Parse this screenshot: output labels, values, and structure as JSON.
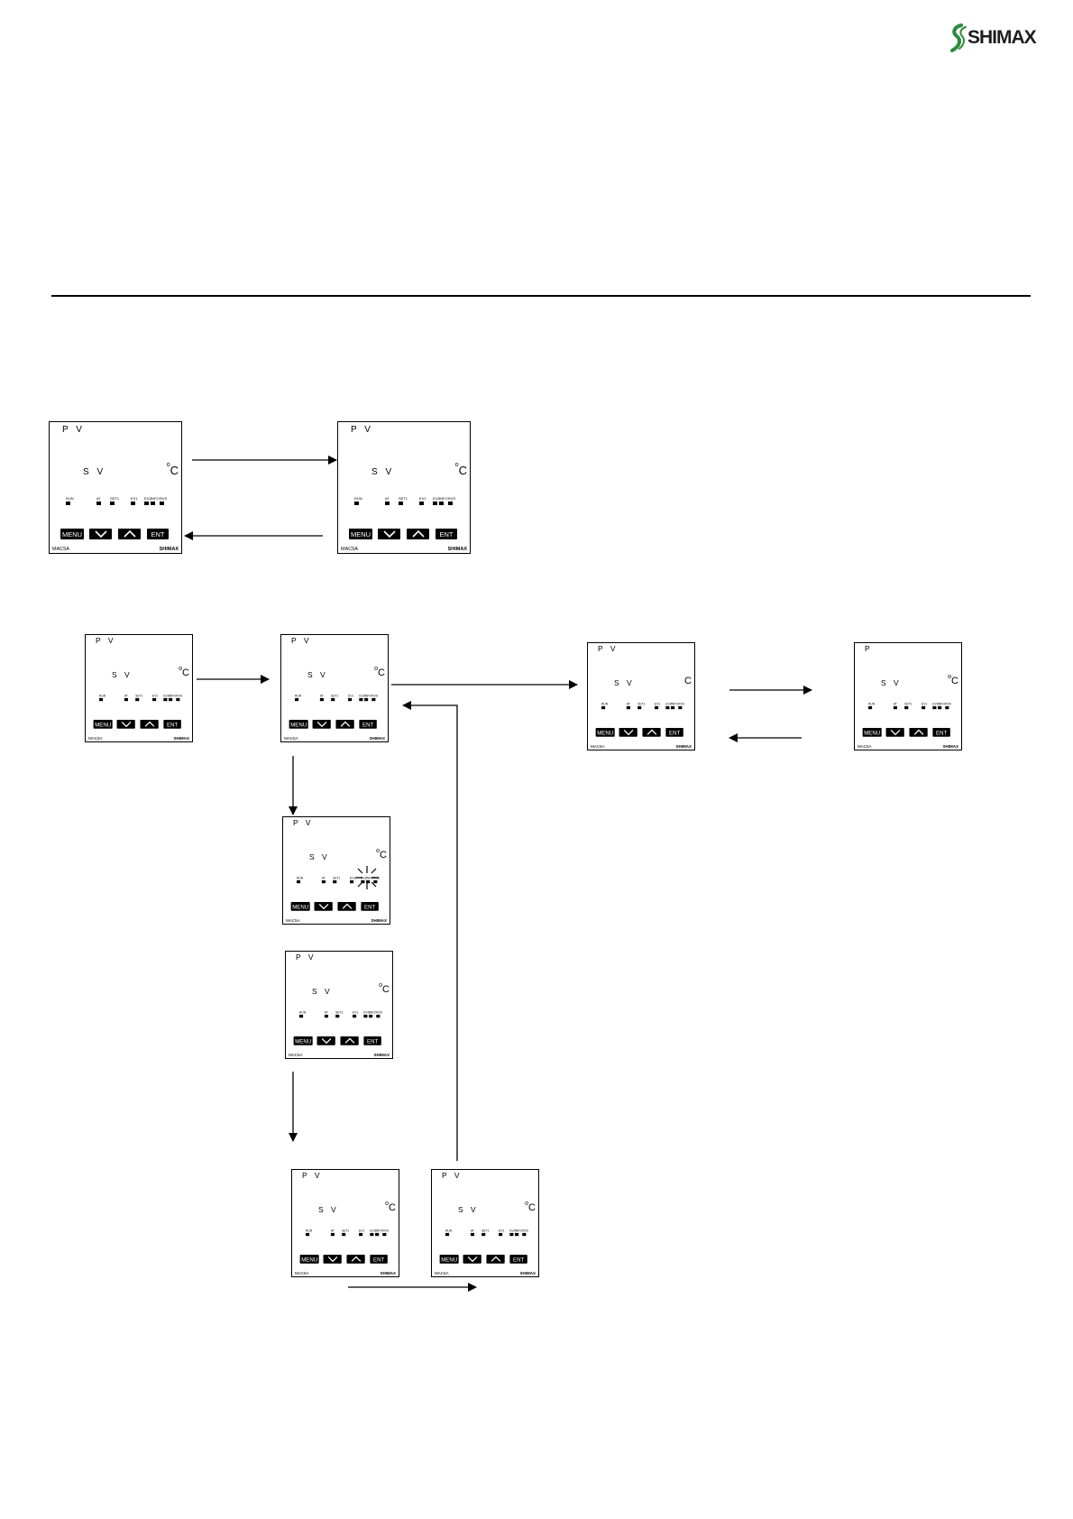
{
  "brand_logo": "SHIMAX",
  "panel": {
    "pv_label": "P V",
    "sv_label": "S V",
    "unit": "C",
    "unit_degree": "o",
    "led_labels": [
      "RUN",
      "AT",
      "SET1",
      "EV1",
      "EV2",
      "INFO",
      "RVS"
    ],
    "buttons": {
      "menu": "MENU",
      "down_icon": "chevron-down-icon",
      "up_icon": "chevron-up-icon",
      "ent": "ENT"
    },
    "model": "MAC5A",
    "brand": "SHIMAX"
  },
  "panels": [
    {
      "id": "p1",
      "pv": "P V",
      "sv": "S V",
      "unit": "C",
      "deg": "o"
    },
    {
      "id": "p2",
      "pv": "P V",
      "sv": "S V",
      "unit": "C",
      "deg": "o"
    },
    {
      "id": "p3",
      "pv": "P V",
      "sv": "S V",
      "unit": "C",
      "deg": "o"
    },
    {
      "id": "p4",
      "pv": "P V",
      "sv": "S V",
      "unit": "C",
      "deg": "o"
    },
    {
      "id": "p5",
      "pv": "P V",
      "sv": "S V",
      "unit": "C",
      "deg": ""
    },
    {
      "id": "p6",
      "pv": "P",
      "sv": "S V",
      "unit": "C",
      "deg": "o"
    },
    {
      "id": "p7",
      "pv": "P V",
      "sv": "S V",
      "unit": "C",
      "deg": "o",
      "blink": true
    },
    {
      "id": "p8",
      "pv": "P V",
      "sv": "S V",
      "unit": "C",
      "deg": "o"
    },
    {
      "id": "p9",
      "pv": "P V",
      "sv": "S V",
      "unit": "C",
      "deg": "o"
    },
    {
      "id": "p10",
      "pv": "P V",
      "sv": "S V",
      "unit": "C",
      "deg": "o"
    }
  ]
}
